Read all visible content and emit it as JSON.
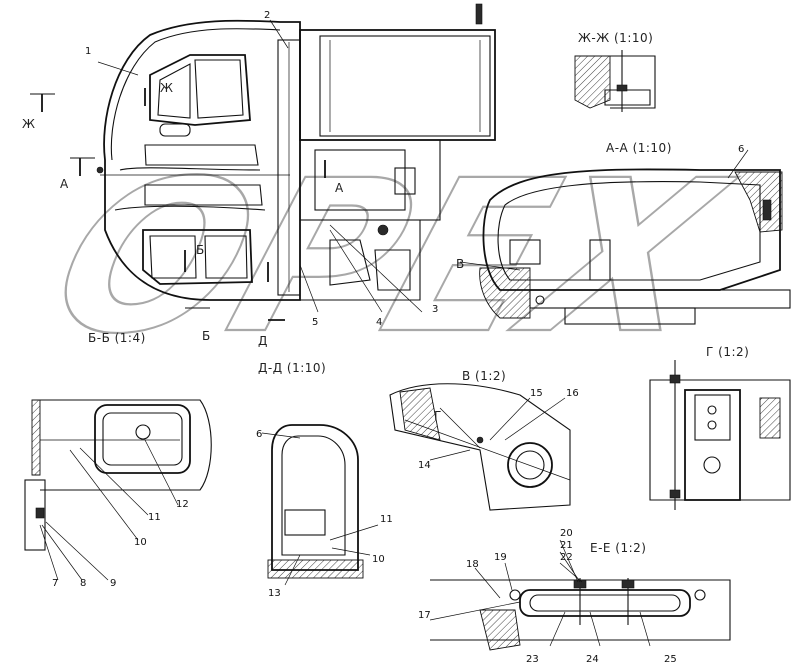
{
  "section_titles": {
    "zh": "Ж-Ж (1:10)",
    "aa": "А-А (1:10)",
    "bb": "Б-Б (1:4)",
    "dd": "Д-Д (1:10)",
    "v": "В (1:2)",
    "g": "Г (1:2)",
    "ee": "Е-Е (1:2)"
  },
  "section_marks": {
    "zh1": "Ж",
    "zh2": "Ж",
    "a1": "А",
    "a2": "А",
    "b1": "Б",
    "b2": "Б",
    "d1": "Д",
    "v1": "В",
    "g1": "Г"
  },
  "callouts": {
    "c1": "1",
    "c2": "2",
    "c3": "3",
    "c4": "4",
    "c5": "5",
    "c6a": "6",
    "c6b": "6",
    "c7": "7",
    "c8": "8",
    "c9": "9",
    "c10a": "10",
    "c10b": "10",
    "c11a": "11",
    "c11b": "11",
    "c12": "12",
    "c13": "13",
    "c14": "14",
    "c15": "15",
    "c16": "16",
    "c17": "17",
    "c18": "18",
    "c19": "19",
    "c20": "20",
    "c21": "21",
    "c22": "22",
    "c23": "23",
    "c24": "24",
    "c25": "25"
  },
  "watermark": "OPEX"
}
